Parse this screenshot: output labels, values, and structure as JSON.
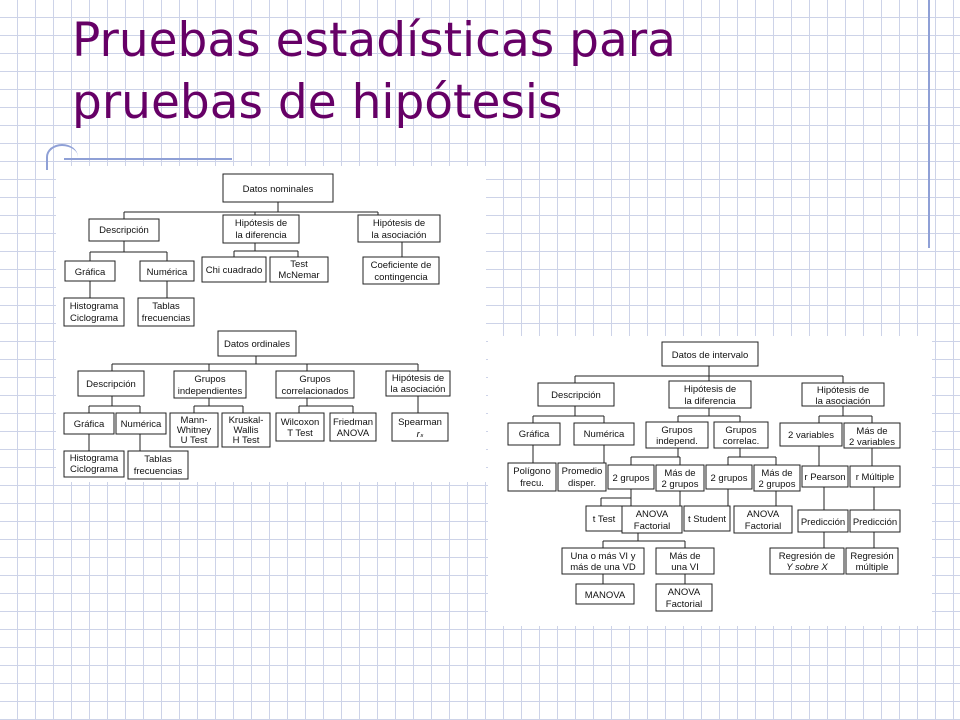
{
  "slide": {
    "title_line1": "Pruebas estadísticas para",
    "title_line2": "pruebas de hipótesis"
  },
  "colors": {
    "title": "#660066",
    "grid": "#cdd3e8",
    "rule": "#8fa0d6"
  },
  "nominal_tree": {
    "root": "Datos nominales",
    "descripcion": "Descripción",
    "grafica": "Gráfica",
    "numerica": "Numérica",
    "histograma": [
      "Histograma",
      "Ciclograma"
    ],
    "tablas": [
      "Tablas",
      "frecuencias"
    ],
    "hip_diferencia": [
      "Hipótesis de",
      "la diferencia"
    ],
    "chi": "Chi cuadrado",
    "mcnemar": [
      "Test",
      "McNemar"
    ],
    "hip_asociacion": [
      "Hipótesis de",
      "la asociación"
    ],
    "coeficiente": [
      "Coeficiente de",
      "contingencia"
    ]
  },
  "ordinal_tree": {
    "root": "Datos ordinales",
    "descripcion": "Descripción",
    "grafica": "Gráfica",
    "numerica": "Numérica",
    "histograma": [
      "Histograma",
      "Ciclograma"
    ],
    "tablas": [
      "Tablas",
      "frecuencias"
    ],
    "independientes": [
      "Grupos",
      "independientes"
    ],
    "mann": [
      "Mann-",
      "Whitney",
      "U Test"
    ],
    "kruskal": [
      "Kruskal-",
      "Wallis",
      "H Test"
    ],
    "correlacionados": [
      "Grupos",
      "correlacionados"
    ],
    "wilcoxon": [
      "Wilcoxon",
      "T Test"
    ],
    "friedman": [
      "Friedman",
      "ANOVA"
    ],
    "hip_asociacion": [
      "Hipótesis de",
      "la asociación"
    ],
    "spearman": [
      "Spearman",
      "rₛ"
    ]
  },
  "interval_tree": {
    "root": "Datos de intervalo",
    "descripcion": "Descripción",
    "grafica": "Gráfica",
    "numerica": "Numérica",
    "poligono": [
      "Polígono",
      "frecu."
    ],
    "promedio": [
      "Promedio",
      "disper."
    ],
    "hip_diferencia": [
      "Hipótesis de",
      "la diferencia"
    ],
    "independ": [
      "Grupos",
      "independ."
    ],
    "correlac": [
      "Grupos",
      "correlac."
    ],
    "ind_2grupos": "2 grupos",
    "ind_mas2": [
      "Más de",
      "2 grupos"
    ],
    "cor_2grupos": "2 grupos",
    "cor_mas2": [
      "Más de",
      "2 grupos"
    ],
    "t_test": "t Test",
    "anova_fact": [
      "ANOVA",
      "Factorial"
    ],
    "t_student": "t Student",
    "anova_fact2": [
      "ANOVA",
      "Factorial"
    ],
    "una_o_mas": [
      "Una o más VI y",
      "más de una VD"
    ],
    "mas_de_una_vi": [
      "Más de",
      "una VI"
    ],
    "manova": "MANOVA",
    "anova_fact3": [
      "ANOVA",
      "Factorial"
    ],
    "hip_asociacion": [
      "Hipótesis de",
      "la asociación"
    ],
    "dos_variables": "2 variables",
    "mas_2_variables": [
      "Más de",
      "2 variables"
    ],
    "r_pearson": "r Pearson",
    "r_multiple": "r Múltiple",
    "prediccion1": "Predicción",
    "prediccion2": "Predicción",
    "regresion": [
      "Regresión de",
      "Y sobre X"
    ],
    "regresion_multiple": [
      "Regresión",
      "múltiple"
    ]
  }
}
